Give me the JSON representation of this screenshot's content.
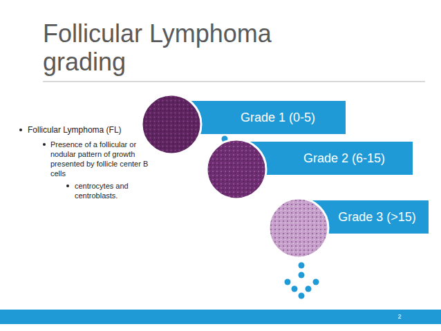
{
  "diagram": {
    "title": "Follicular Lymphoma grading",
    "nodes": [
      {
        "text": [
          "Grade 1 (0-5)"
        ]
      },
      {
        "text": [
          "Grade 2 (6-15)"
        ]
      },
      {
        "text": [
          "Grade 3 (>15)"
        ]
      }
    ],
    "labels": [
      "Follicular Lymphoma (FL)",
      "Presence of a follicular or nodular pattern of growth presented by follicle center B cells",
      "centrocytes and centroblasts.",
      "2"
    ]
  }
}
